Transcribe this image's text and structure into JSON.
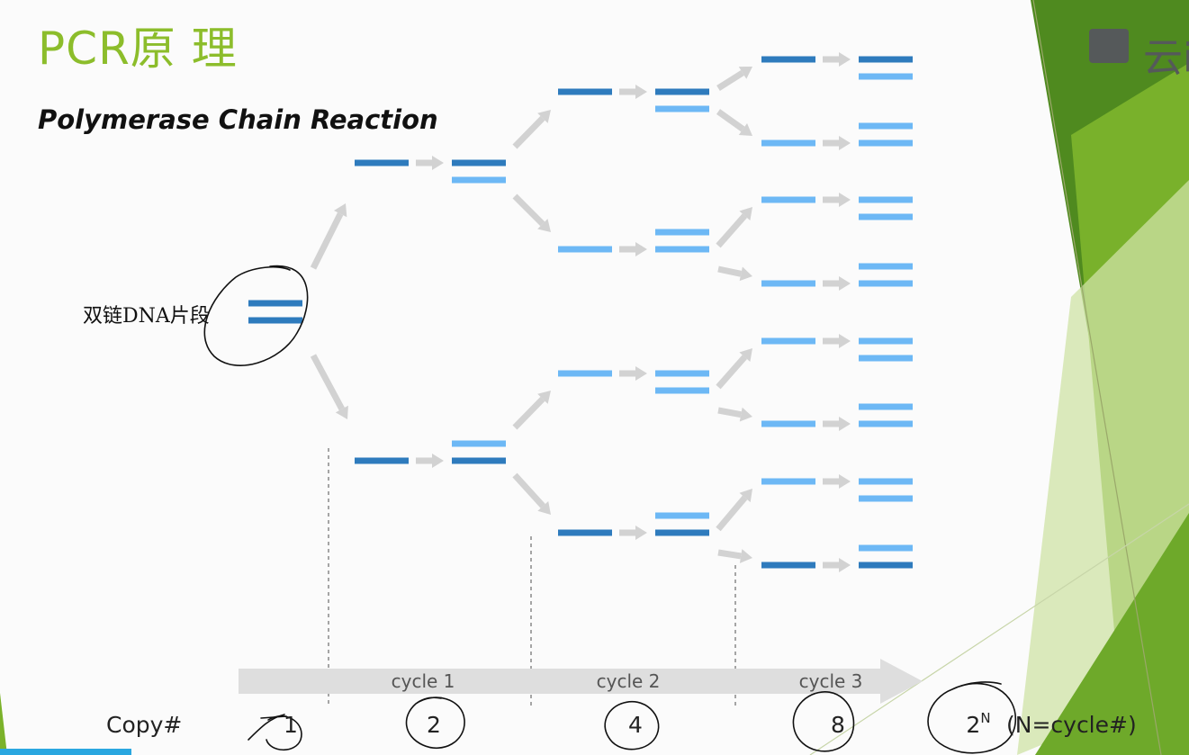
{
  "slide": {
    "title": "PCR原 理",
    "subtitle": "Polymerase Chain Reaction",
    "logo_text": "云i"
  },
  "diagram": {
    "start_label": "双链DNA片段",
    "cycles": [
      "cycle 1",
      "cycle 2",
      "cycle 3"
    ],
    "copy_label": "Copy#",
    "copy_counts": [
      "1",
      "2",
      "4",
      "8"
    ],
    "copy_formula_base": "2",
    "copy_formula_exp": "N",
    "copy_formula_note": "(N=cycle#)"
  },
  "colors": {
    "title_green": "#8cbd2b",
    "dark_strand": "#2e7bbd",
    "light_strand": "#6db8f5",
    "arrow_gray": "#d2d2d2"
  }
}
